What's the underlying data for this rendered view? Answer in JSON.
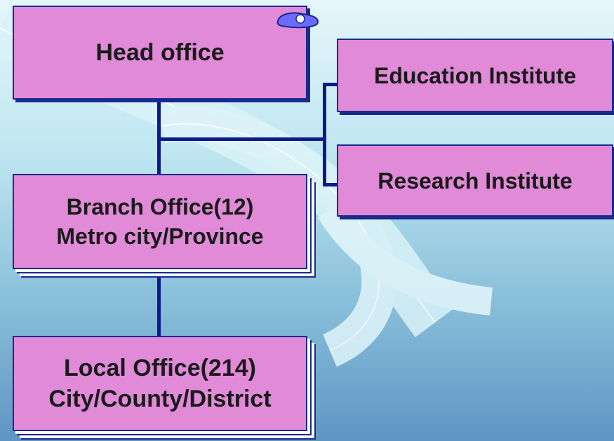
{
  "nodes": {
    "head": {
      "label": "Head office"
    },
    "education": {
      "label": "Education Institute"
    },
    "research": {
      "label": "Research Institute"
    },
    "branch": {
      "line1": "Branch Office(12)",
      "line2": "Metro city/Province"
    },
    "local": {
      "line1": "Local Office(214)",
      "line2": "City/County/District"
    }
  },
  "colors": {
    "box_fill": "#e08ad8",
    "box_border": "#1a2a8c",
    "connector": "#0d1b8a"
  },
  "icons": {
    "logo": "blob-logo-icon"
  }
}
